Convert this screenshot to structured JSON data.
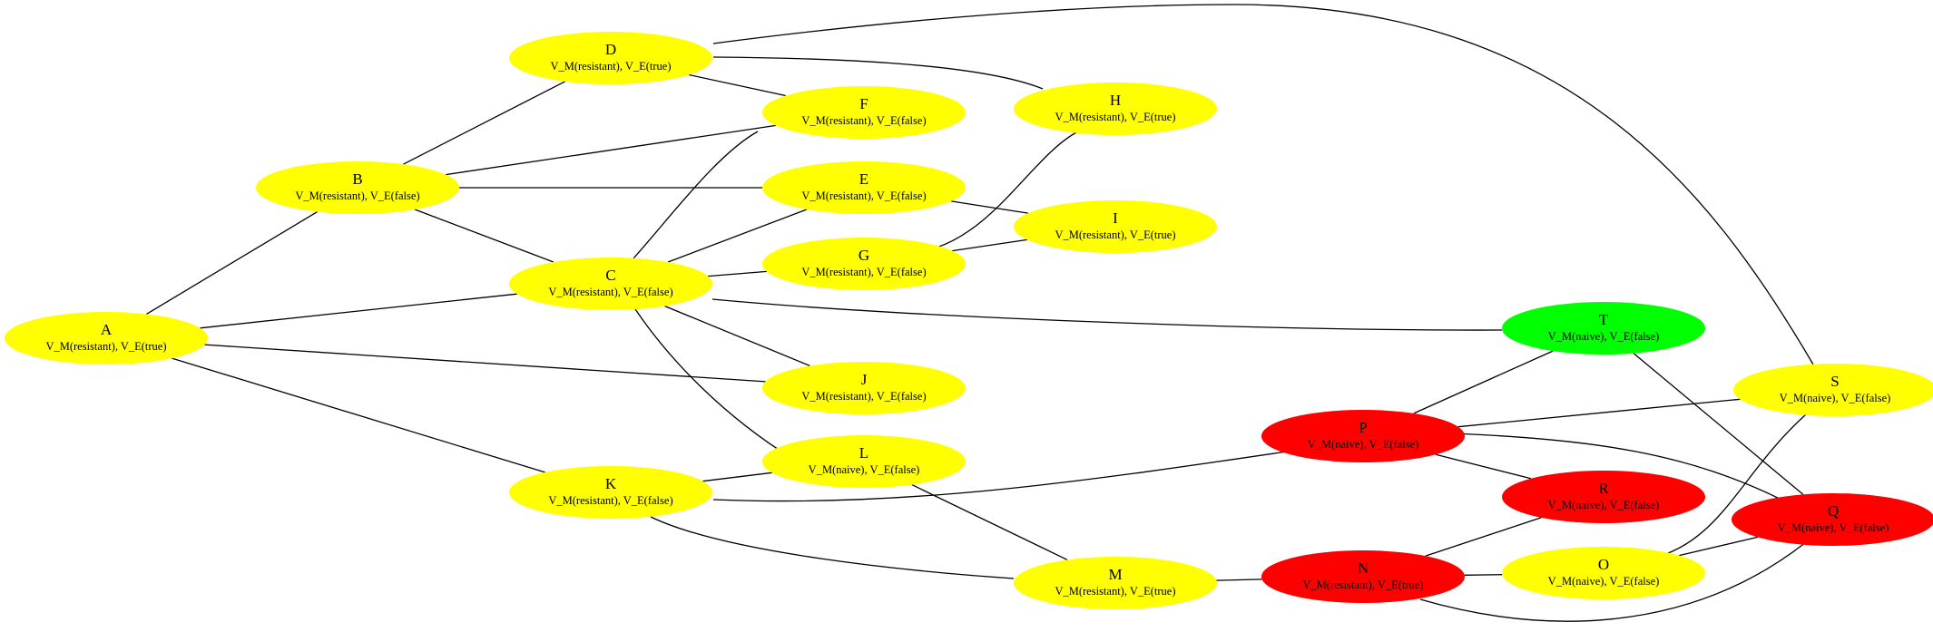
{
  "colors": {
    "yellow": "#ffff00",
    "red": "#ff0000",
    "green": "#00ff00",
    "edge": "#000000"
  },
  "nodes": [
    {
      "id": "A",
      "name": "A",
      "label": "V_M(resistant), V_E(true)",
      "color": "yellow"
    },
    {
      "id": "B",
      "name": "B",
      "label": "V_M(resistant), V_E(false)",
      "color": "yellow"
    },
    {
      "id": "C",
      "name": "C",
      "label": "V_M(resistant), V_E(false)",
      "color": "yellow"
    },
    {
      "id": "D",
      "name": "D",
      "label": "V_M(resistant), V_E(true)",
      "color": "yellow"
    },
    {
      "id": "E",
      "name": "E",
      "label": "V_M(resistant), V_E(false)",
      "color": "yellow"
    },
    {
      "id": "F",
      "name": "F",
      "label": "V_M(resistant), V_E(false)",
      "color": "yellow"
    },
    {
      "id": "G",
      "name": "G",
      "label": "V_M(resistant), V_E(false)",
      "color": "yellow"
    },
    {
      "id": "H",
      "name": "H",
      "label": "V_M(resistant), V_E(true)",
      "color": "yellow"
    },
    {
      "id": "I",
      "name": "I",
      "label": "V_M(resistant), V_E(true)",
      "color": "yellow"
    },
    {
      "id": "J",
      "name": "J",
      "label": "V_M(resistant), V_E(false)",
      "color": "yellow"
    },
    {
      "id": "K",
      "name": "K",
      "label": "V_M(resistant), V_E(false)",
      "color": "yellow"
    },
    {
      "id": "L",
      "name": "L",
      "label": "V_M(naive), V_E(false)",
      "color": "yellow"
    },
    {
      "id": "M",
      "name": "M",
      "label": "V_M(resistant), V_E(true)",
      "color": "yellow"
    },
    {
      "id": "N",
      "name": "N",
      "label": "V_M(resistant), V_E(true)",
      "color": "red"
    },
    {
      "id": "O",
      "name": "O",
      "label": "V_M(naive), V_E(false)",
      "color": "yellow"
    },
    {
      "id": "P",
      "name": "P",
      "label": "V_M(naive), V_E(false)",
      "color": "red"
    },
    {
      "id": "Q",
      "name": "Q",
      "label": "V_M(naive), V_E(false)",
      "color": "red"
    },
    {
      "id": "R",
      "name": "R",
      "label": "V_M(naive), V_E(false)",
      "color": "red"
    },
    {
      "id": "S",
      "name": "S",
      "label": "V_M(naive), V_E(false)",
      "color": "yellow"
    },
    {
      "id": "T",
      "name": "T",
      "label": "V_M(naive), V_E(false)",
      "color": "green"
    }
  ],
  "edges": [
    [
      "A",
      "B"
    ],
    [
      "A",
      "C"
    ],
    [
      "A",
      "J"
    ],
    [
      "A",
      "K"
    ],
    [
      "B",
      "D"
    ],
    [
      "B",
      "F"
    ],
    [
      "B",
      "E"
    ],
    [
      "B",
      "C"
    ],
    [
      "C",
      "F"
    ],
    [
      "C",
      "E"
    ],
    [
      "C",
      "G"
    ],
    [
      "C",
      "T"
    ],
    [
      "C",
      "J"
    ],
    [
      "C",
      "L"
    ],
    [
      "D",
      "F"
    ],
    [
      "D",
      "H"
    ],
    [
      "D",
      "S"
    ],
    [
      "E",
      "I"
    ],
    [
      "G",
      "H"
    ],
    [
      "G",
      "I"
    ],
    [
      "K",
      "L"
    ],
    [
      "K",
      "P"
    ],
    [
      "K",
      "M"
    ],
    [
      "L",
      "M"
    ],
    [
      "M",
      "N"
    ],
    [
      "N",
      "R"
    ],
    [
      "N",
      "O"
    ],
    [
      "N",
      "Q"
    ],
    [
      "O",
      "S"
    ],
    [
      "O",
      "Q"
    ],
    [
      "P",
      "T"
    ],
    [
      "P",
      "S"
    ],
    [
      "P",
      "R"
    ],
    [
      "P",
      "Q"
    ],
    [
      "T",
      "Q"
    ]
  ]
}
